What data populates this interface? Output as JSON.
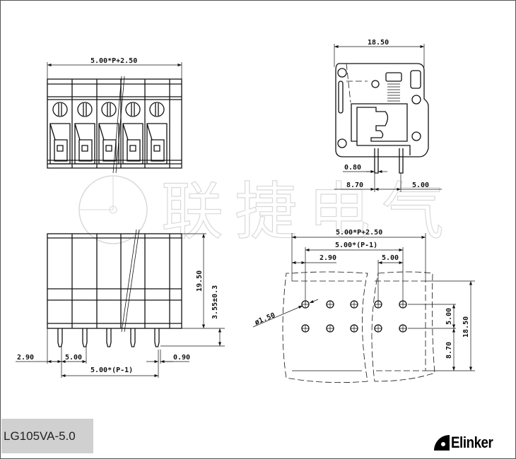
{
  "drawing": {
    "model": "LG105VA-5.0",
    "brand": "Elinker",
    "watermark": "联捷电气",
    "front_view": {
      "width_dim": "5.00*P+2.50"
    },
    "side_view": {
      "height_dim": "19.50",
      "pin_dim": "3.55±0.3",
      "offset_dim": "2.90",
      "pitch_dim": "5.00",
      "pin_width_dim": "0.90",
      "span_dim": "5.00*(P-1)"
    },
    "profile_view": {
      "width_dim": "18.50",
      "pin_dim": "0.80",
      "offset_dim": "8.70",
      "pitch_dim": "5.00"
    },
    "pcb_layout": {
      "total_dim": "5.00*P+2.50",
      "span_dim": "5.00*(P-1)",
      "offset_dim": "2.90",
      "pitch_dim": "5.00",
      "hole_dim": "ø1.50",
      "row_pitch_dim": "5.00",
      "row_offset_dim": "8.70",
      "depth_dim": "18.50"
    }
  }
}
